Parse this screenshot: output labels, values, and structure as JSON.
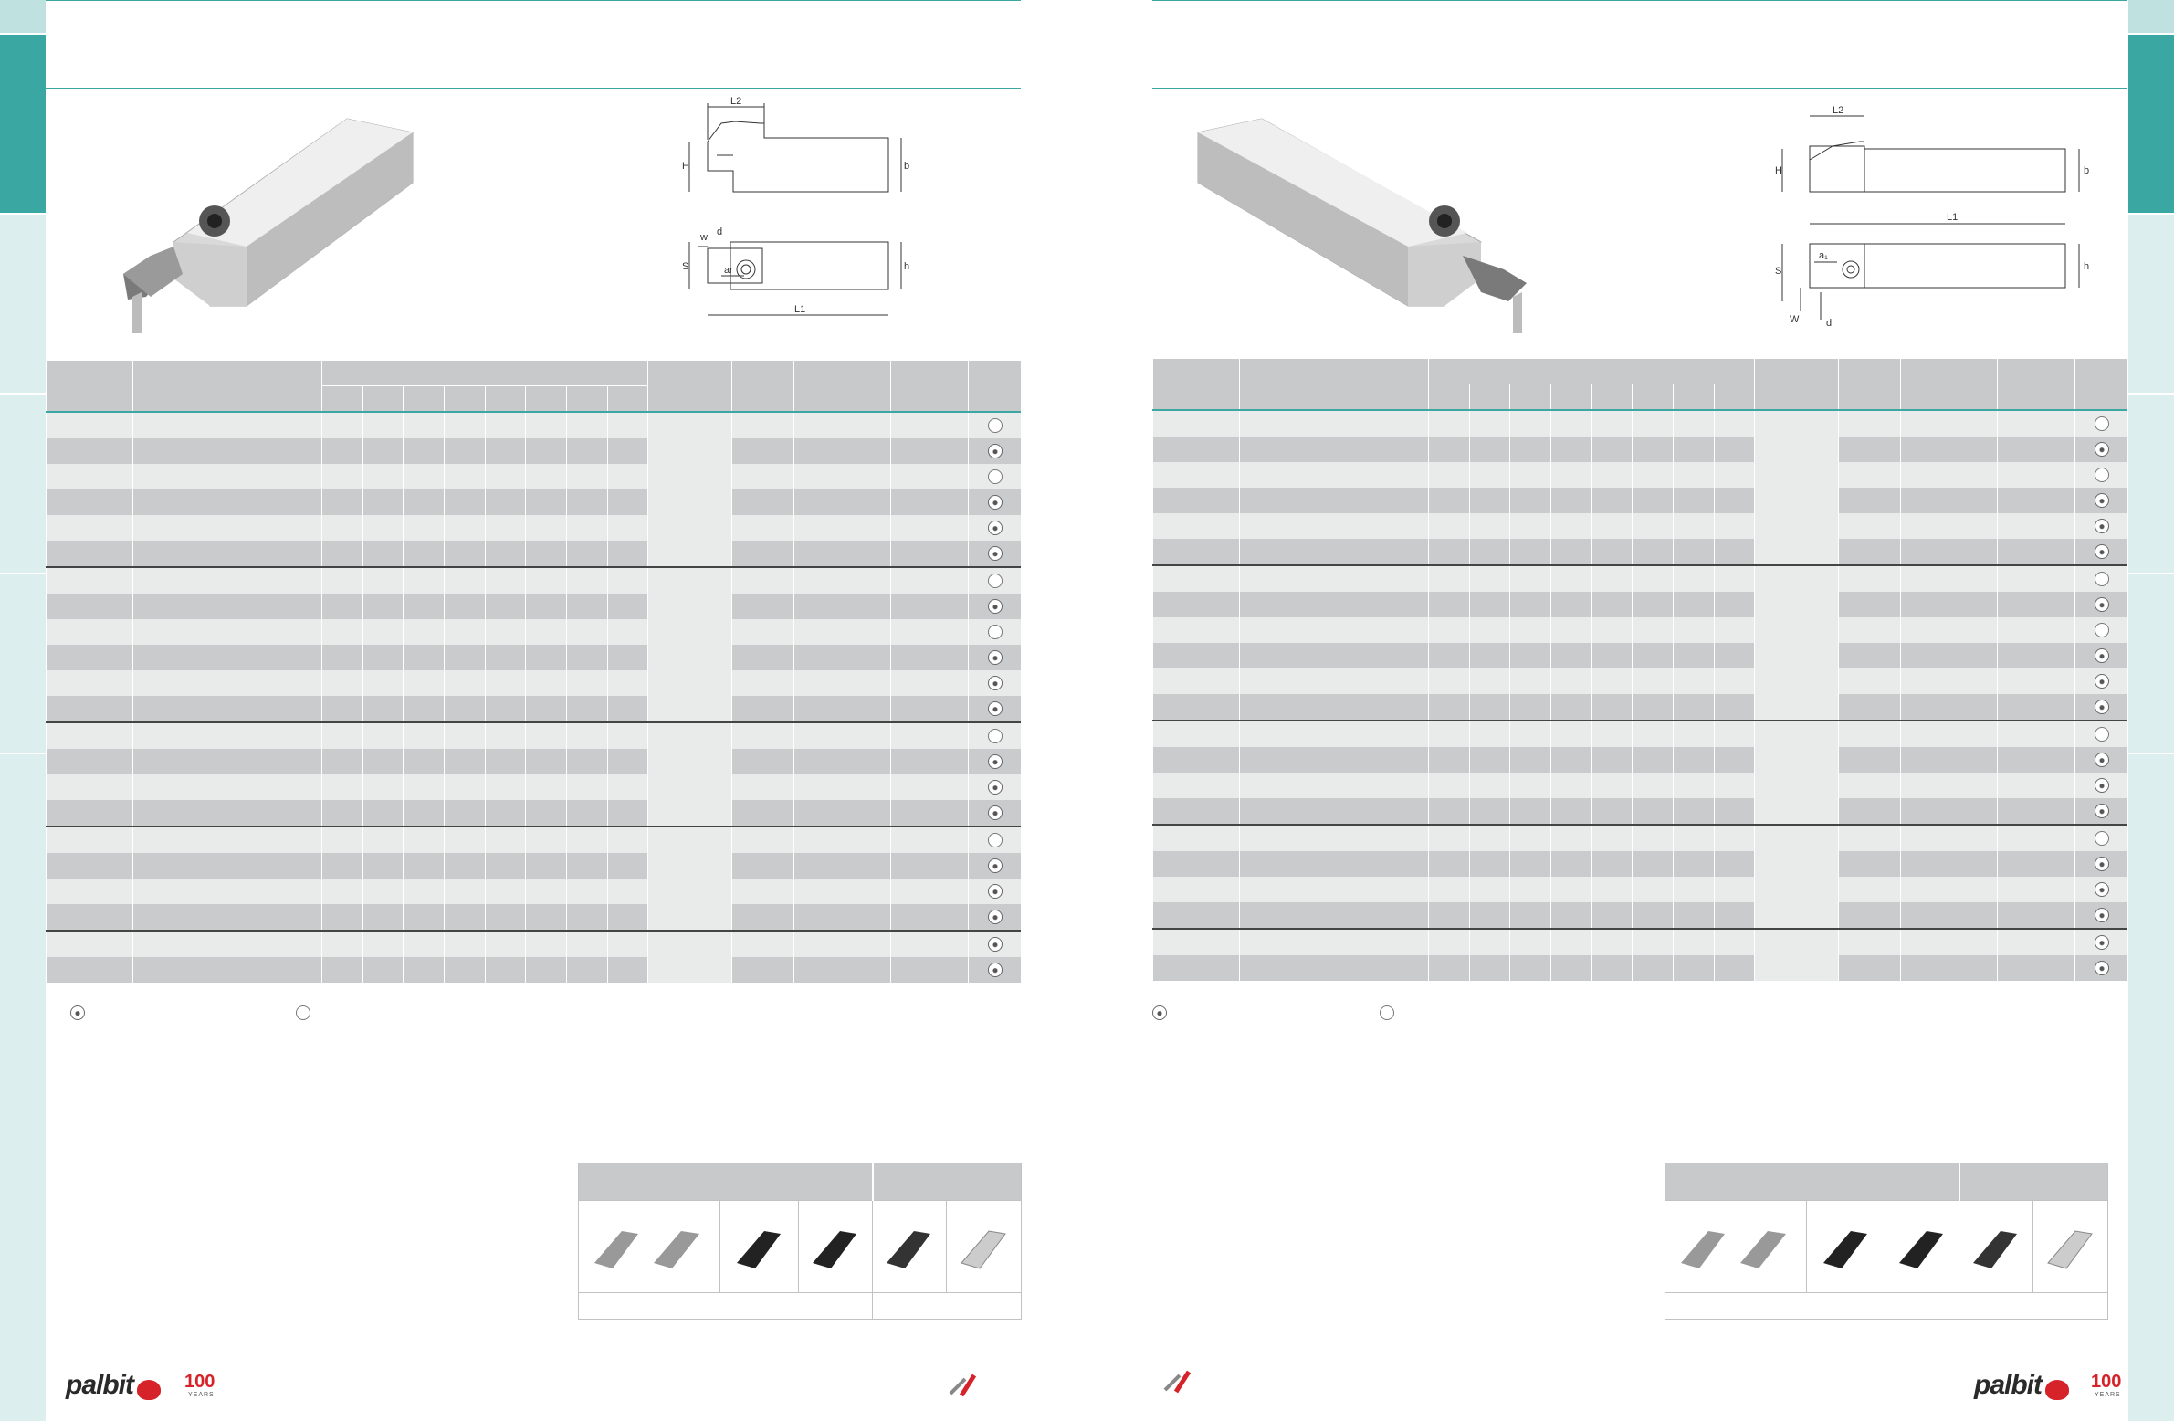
{
  "brand": {
    "name": "palbit",
    "anniversary": "100",
    "anniversary_label": "YEARS"
  },
  "colors": {
    "teal": "#3aa7a2",
    "teal_light": "#dceeee",
    "teal_mid": "#bfe1df",
    "header_gray": "#c7c9cb",
    "row_light": "#e9eaea",
    "row_dark": "#c9cbcc"
  },
  "left_page": {
    "diagram_labels": {
      "L1": "L1",
      "L2": "L2",
      "H": "H",
      "b": "b",
      "h": "h",
      "S": "S",
      "w": "w",
      "d": "d",
      "ar": "ar"
    },
    "row_symbols": [
      "open",
      "palbit",
      "open",
      "palbit",
      "palbit",
      "palbit",
      "open",
      "palbit",
      "open",
      "palbit",
      "palbit",
      "palbit",
      "open",
      "palbit",
      "palbit",
      "palbit",
      "open",
      "palbit",
      "palbit",
      "palbit",
      "palbit",
      "palbit"
    ]
  },
  "right_page": {
    "diagram_labels": {
      "L1": "L1",
      "L2": "L2",
      "H": "H",
      "b": "b",
      "h": "h",
      "S": "S",
      "W": "W",
      "d": "d",
      "a1": "a₁"
    },
    "row_symbols": [
      "open",
      "palbit",
      "open",
      "palbit",
      "palbit",
      "palbit",
      "open",
      "palbit",
      "open",
      "palbit",
      "palbit",
      "palbit",
      "open",
      "palbit",
      "palbit",
      "palbit",
      "open",
      "palbit",
      "palbit",
      "palbit",
      "palbit",
      "palbit"
    ]
  },
  "icons": [
    "palbit-symbol-icon",
    "open-circle-icon",
    "wrench-screwdriver-icon"
  ]
}
